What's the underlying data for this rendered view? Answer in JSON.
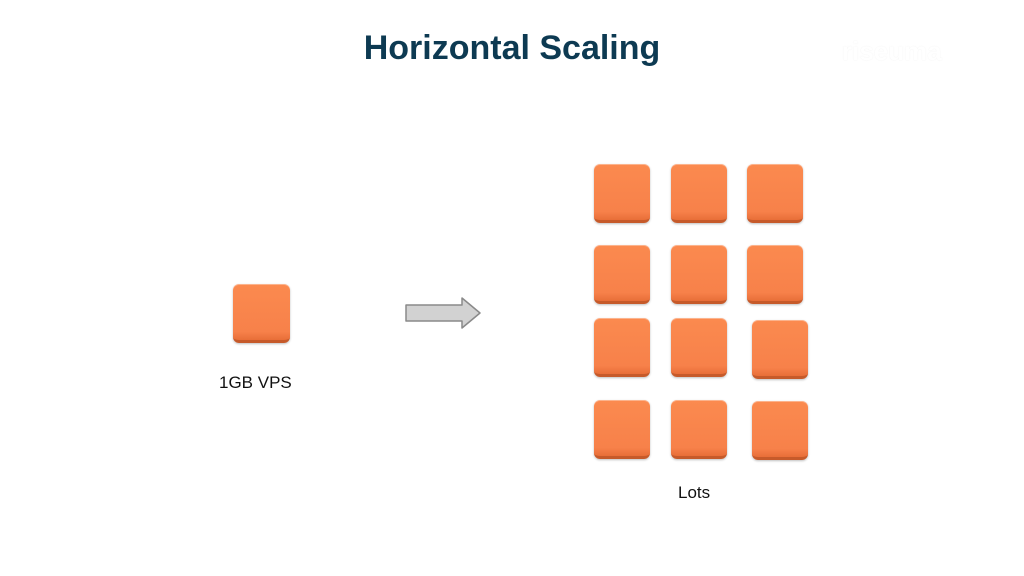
{
  "slide": {
    "title": "Horizontal Scaling",
    "logo_text": "riseuma"
  },
  "left_group": {
    "label": "1GB VPS",
    "server_count": 1
  },
  "right_group": {
    "label": "Lots",
    "server_count": 12,
    "columns": 3,
    "rows": 4
  },
  "colors": {
    "title": "#0d3a52",
    "server_fill": "#f7814a",
    "server_edge": "#c65a2a",
    "arrow_fill": "#d2d2d2",
    "arrow_stroke": "#8a8a8a"
  },
  "icons": {
    "arrow": "right-arrow-icon",
    "server": "server-instance-icon"
  }
}
